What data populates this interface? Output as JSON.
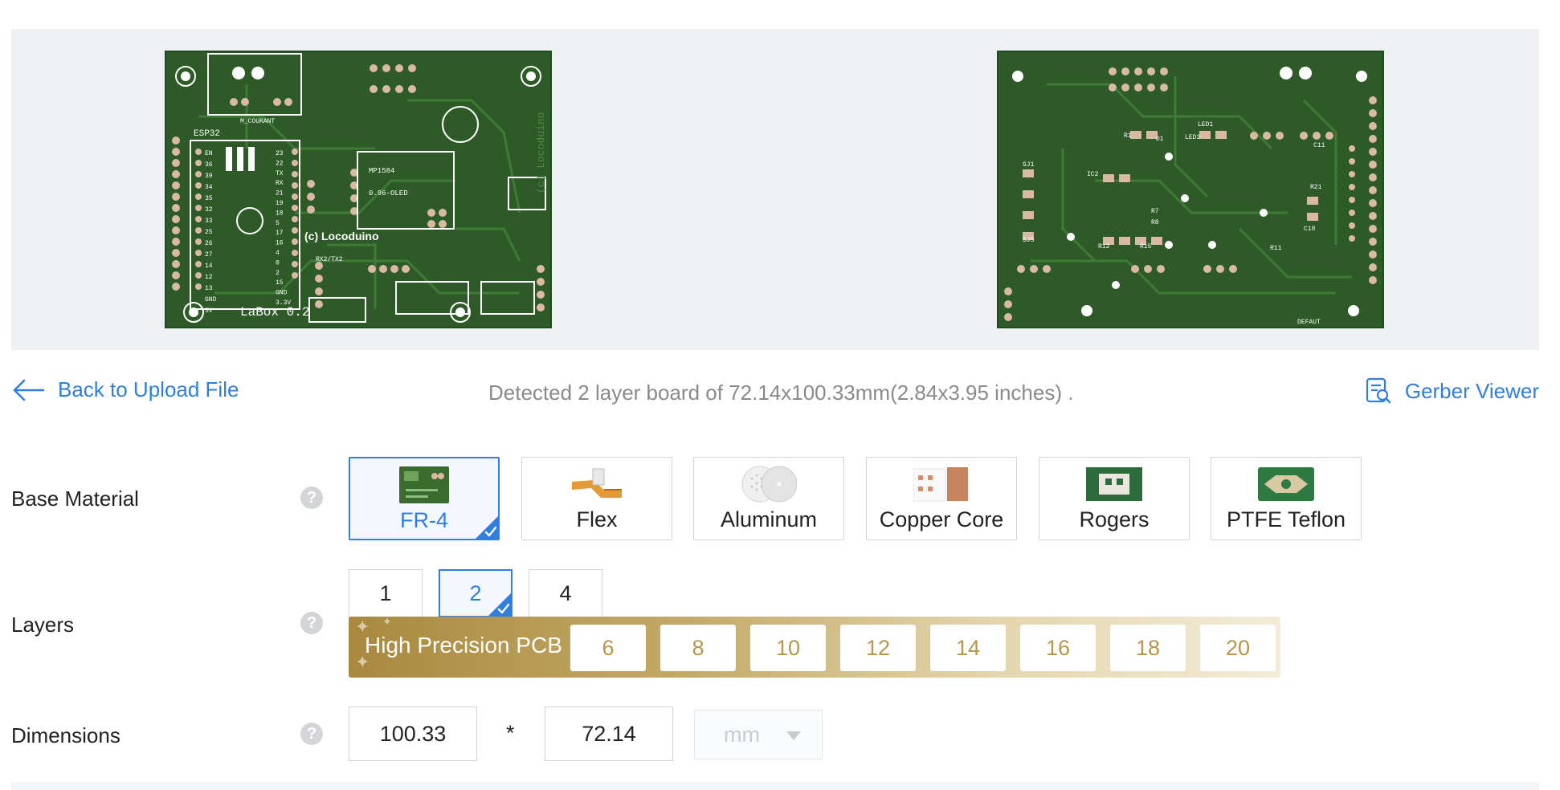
{
  "preview": {
    "top_board": {
      "credit_text": "(c) Locoduino",
      "board_name": "LaBox 0.2",
      "module_label": "ESP32",
      "vertical_credit": "(c) Locoduino",
      "oled_label": "0.96-OLED",
      "reg_label": "MP1584",
      "current_label": "M_COURANT",
      "uart_label": "RX2/TX2",
      "pins_left": [
        "EN",
        "36",
        "39",
        "34",
        "35",
        "32",
        "33",
        "25",
        "26",
        "27",
        "14",
        "12",
        "13",
        "GND",
        "5V"
      ],
      "pins_right": [
        "23",
        "22",
        "TX",
        "RX",
        "21",
        "19",
        "18",
        "5",
        "17",
        "16",
        "4",
        "0",
        "2",
        "15",
        "GND",
        "3.3V"
      ]
    },
    "bottom_board": {
      "labels": [
        "LED1",
        "LED3",
        "IC2",
        "R1",
        "R7",
        "R8",
        "R12",
        "R15",
        "R11",
        "C11",
        "C18",
        "R21",
        "DEFAUT",
        "SJ1",
        "SJ5",
        "D1"
      ]
    }
  },
  "toolbar": {
    "back_label": "Back to Upload File",
    "detected_text": "Detected 2 layer board of 72.14x100.33mm(2.84x3.95 inches) .",
    "gerber_label": "Gerber Viewer"
  },
  "base_material": {
    "label": "Base Material",
    "help": "?",
    "options": [
      {
        "label": "FR-4",
        "selected": true
      },
      {
        "label": "Flex",
        "selected": false
      },
      {
        "label": "Aluminum",
        "selected": false
      },
      {
        "label": "Copper Core",
        "selected": false
      },
      {
        "label": "Rogers",
        "selected": false
      },
      {
        "label": "PTFE Teflon",
        "selected": false
      }
    ]
  },
  "layers": {
    "label": "Layers",
    "help": "?",
    "standard": [
      "1",
      "2",
      "4"
    ],
    "selected": "2",
    "high_precision_title": "High Precision PCB",
    "high_precision": [
      "6",
      "8",
      "10",
      "12",
      "14",
      "16",
      "18",
      "20"
    ]
  },
  "dimensions": {
    "label": "Dimensions",
    "help": "?",
    "length": "100.33",
    "separator": "*",
    "width": "72.14",
    "unit": "mm"
  },
  "colors": {
    "accent": "#2f7ee0",
    "pcb_green": "#2d5a27",
    "pad": "#d9b8a4",
    "gold": "#b8954a",
    "preview_bg": "#eff0f3"
  }
}
